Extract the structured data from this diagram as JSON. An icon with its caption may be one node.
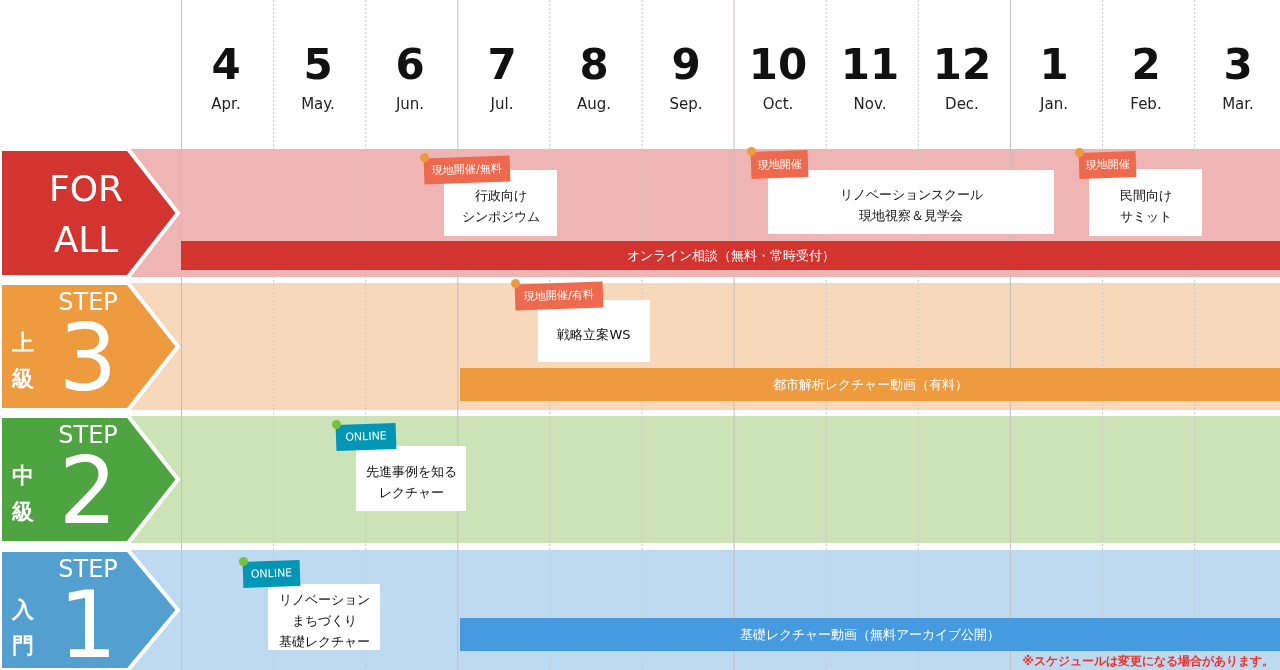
{
  "diagram": {
    "nodes": [
      {
        "text": [
          "FOR ALL"
        ]
      },
      {
        "text": [
          "行政向けシンポジウム"
        ],
        "beside": [
          "現地開催/無料"
        ]
      },
      {
        "text": [
          "リノベーションスクール現地視察＆見学会"
        ],
        "beside": [
          "現地開催"
        ]
      },
      {
        "text": [
          "民間向けサミット"
        ],
        "beside": [
          "現地開催"
        ]
      },
      {
        "text": [
          "オンライン相談（無料・常時受付）"
        ]
      },
      {
        "text": [
          "STEP",
          "上級",
          "3"
        ]
      },
      {
        "text": [
          "戦略立案WS"
        ],
        "beside": [
          "現地開催/有料"
        ]
      },
      {
        "text": [
          "都市解析レクチャー動画（有料）"
        ]
      },
      {
        "text": [
          "STEP",
          "中級",
          "2"
        ]
      },
      {
        "text": [
          "先進事例を知るレクチャー"
        ],
        "beside": [
          "ONLINE"
        ]
      },
      {
        "text": [
          "STEP",
          "入門",
          "1"
        ]
      },
      {
        "text": [
          "リノベーションまちづくり基礎レクチャー"
        ],
        "beside": [
          "ONLINE"
        ]
      },
      {
        "text": [
          "基礎レクチャー動画（無料アーカイブ公開）"
        ]
      }
    ],
    "labels": [
      "4",
      "Apr.",
      "5",
      "May.",
      "6",
      "Jun.",
      "7",
      "Jul.",
      "8",
      "Aug.",
      "9",
      "Sep.",
      "10",
      "Oct.",
      "11",
      "Nov.",
      "12",
      "Dec.",
      "1",
      "Jan.",
      "2",
      "Feb.",
      "3",
      "Mar.",
      "※スケジュールは変更になる場合があります。"
    ]
  }
}
